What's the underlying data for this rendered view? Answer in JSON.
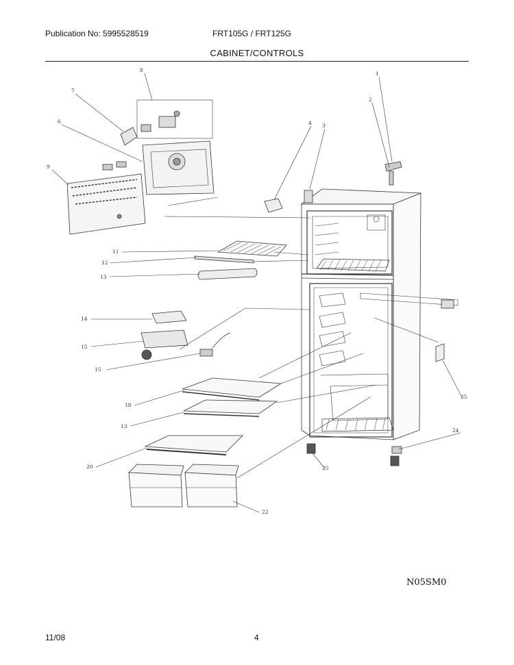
{
  "header": {
    "publication": "Publication No: 5995528519",
    "models": "FRT105G / FRT125G",
    "section": "CABINET/CONTROLS"
  },
  "diagram": {
    "code": "N05SM0",
    "callouts": [
      {
        "id": "c1",
        "label": "1"
      },
      {
        "id": "c2",
        "label": "2"
      },
      {
        "id": "c3",
        "label": "3"
      },
      {
        "id": "c4",
        "label": "4"
      },
      {
        "id": "c6",
        "label": "6"
      },
      {
        "id": "c7",
        "label": "7"
      },
      {
        "id": "c8",
        "label": "8"
      },
      {
        "id": "c9",
        "label": "9"
      },
      {
        "id": "c11",
        "label": "11"
      },
      {
        "id": "c12",
        "label": "12"
      },
      {
        "id": "c13a",
        "label": "13"
      },
      {
        "id": "c14",
        "label": "14"
      },
      {
        "id": "c15a",
        "label": "15"
      },
      {
        "id": "c15b",
        "label": "15"
      },
      {
        "id": "c18",
        "label": "18"
      },
      {
        "id": "c13b",
        "label": "13"
      },
      {
        "id": "c20",
        "label": "20"
      },
      {
        "id": "c22",
        "label": "22"
      },
      {
        "id": "c24",
        "label": "24"
      },
      {
        "id": "c25a",
        "label": "25"
      },
      {
        "id": "c25b",
        "label": "25"
      }
    ]
  },
  "footer": {
    "date": "11/08",
    "page": "4"
  }
}
